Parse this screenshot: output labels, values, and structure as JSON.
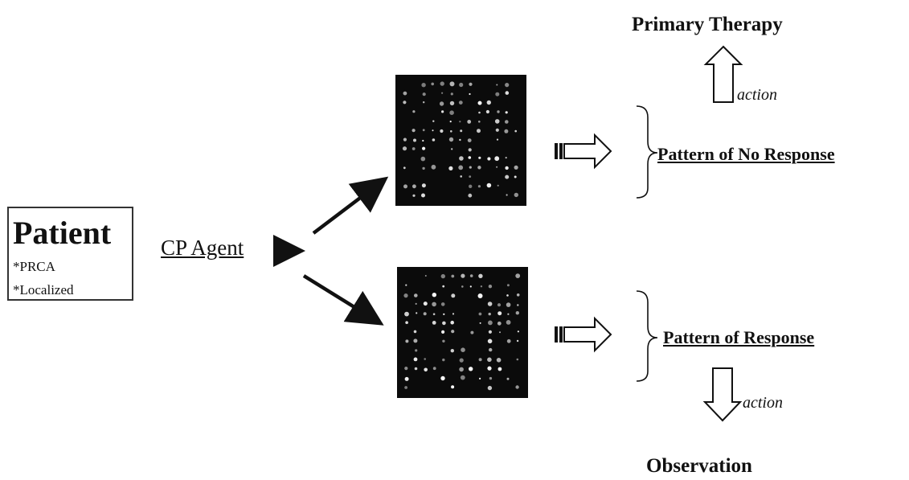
{
  "patient": {
    "title": "Patient",
    "attributes": [
      "*PRCA",
      "*Localized"
    ]
  },
  "agent": {
    "label": "CP Agent"
  },
  "outcomes": {
    "no_response": {
      "pattern_label": "Pattern of No Response",
      "action_label": "action",
      "result_label": "Primary Therapy"
    },
    "response": {
      "pattern_label": "Pattern of Response",
      "action_label": "action",
      "result_label": "Observation"
    }
  },
  "colors": {
    "ink": "#111111",
    "panel": "#0b0b0b",
    "spot": "#e8e8e8"
  }
}
